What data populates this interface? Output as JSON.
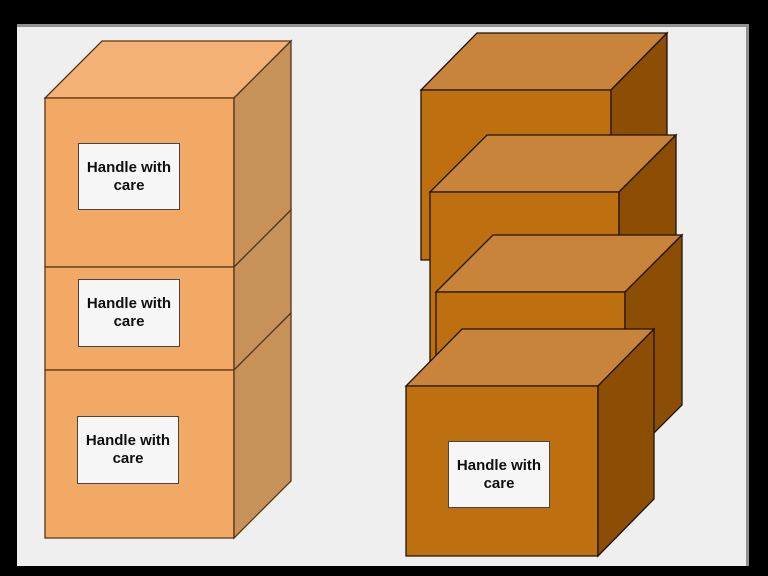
{
  "scene": {
    "left_stack": {
      "box_count": 3,
      "style": "aligned"
    },
    "right_stack": {
      "box_count": 4,
      "style": "offset"
    }
  },
  "labels": [
    {
      "line1": "Handle with",
      "line2": "care"
    },
    {
      "line1": "Handle with",
      "line2": "care"
    },
    {
      "line1": "Handle with",
      "line2": "care"
    },
    {
      "line1": "Handle with",
      "line2": "care"
    }
  ],
  "colors": {
    "frame_background": "#000000",
    "slide_background": "#EFEFEF",
    "slide_border": "#919191",
    "light_box": {
      "top": "#F4B176",
      "front": "#F2A966",
      "side": "#C6925A",
      "outline": "#553517"
    },
    "dark_box": {
      "top": "#C8843B",
      "front": "#BE6F10",
      "side": "#8C4D05",
      "outline": "#201206"
    },
    "label": {
      "background": "#F6F6F6",
      "border": "#454545",
      "text": "#101010"
    }
  }
}
